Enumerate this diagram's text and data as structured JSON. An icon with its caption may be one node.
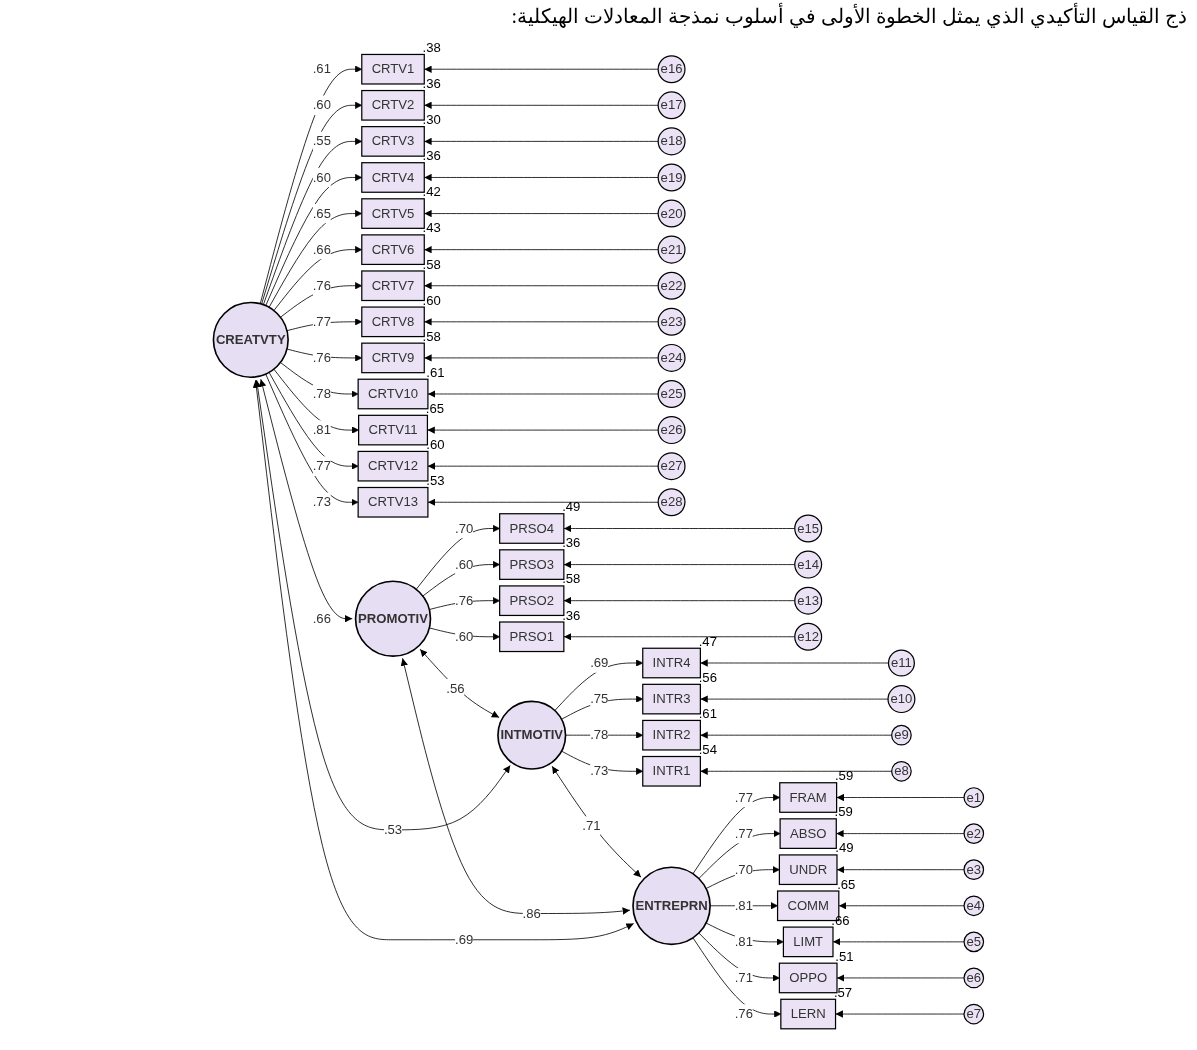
{
  "diagram": {
    "title": "ذج القياس التأكيدي الذي يمثل الخطوة الأولى في أسلوب نمذجة المعادلات الهيكلية:",
    "nodes": [
      {
        "text": [
          "CREATVTY"
        ]
      },
      {
        "text": [
          "CRTV1"
        ],
        "beside": [
          ".38"
        ]
      },
      {
        "text": [
          "CRTV2"
        ],
        "beside": [
          ".36"
        ]
      },
      {
        "text": [
          "CRTV3"
        ],
        "beside": [
          ".30"
        ]
      },
      {
        "text": [
          "CRTV4"
        ],
        "beside": [
          ".36"
        ]
      },
      {
        "text": [
          "CRTV5"
        ],
        "beside": [
          ".42"
        ]
      },
      {
        "text": [
          "CRTV6"
        ],
        "beside": [
          ".43"
        ]
      },
      {
        "text": [
          "CRTV7"
        ],
        "beside": [
          ".58"
        ]
      },
      {
        "text": [
          "CRTV8"
        ],
        "beside": [
          ".60"
        ]
      },
      {
        "text": [
          "CRTV9"
        ],
        "beside": [
          ".58"
        ]
      },
      {
        "text": [
          "CRTV10"
        ],
        "beside": [
          ".61"
        ]
      },
      {
        "text": [
          "CRTV11"
        ],
        "beside": [
          ".65"
        ]
      },
      {
        "text": [
          "CRTV12"
        ],
        "beside": [
          ".60"
        ]
      },
      {
        "text": [
          "CRTV13"
        ],
        "beside": [
          ".53"
        ]
      },
      {
        "text": [
          "e16"
        ]
      },
      {
        "text": [
          "e17"
        ]
      },
      {
        "text": [
          "e18"
        ]
      },
      {
        "text": [
          "e19"
        ]
      },
      {
        "text": [
          "e20"
        ]
      },
      {
        "text": [
          "e21"
        ]
      },
      {
        "text": [
          "e22"
        ]
      },
      {
        "text": [
          "e23"
        ]
      },
      {
        "text": [
          "e24"
        ]
      },
      {
        "text": [
          "e25"
        ]
      },
      {
        "text": [
          "e26"
        ]
      },
      {
        "text": [
          "e27"
        ]
      },
      {
        "text": [
          "e28"
        ]
      },
      {
        "text": [
          "PROMOTIV"
        ]
      },
      {
        "text": [
          "PRSO4"
        ],
        "beside": [
          ".49"
        ]
      },
      {
        "text": [
          "PRSO3"
        ],
        "beside": [
          ".36"
        ]
      },
      {
        "text": [
          "PRSO2"
        ],
        "beside": [
          ".58"
        ]
      },
      {
        "text": [
          "PRSO1"
        ],
        "beside": [
          ".36"
        ]
      },
      {
        "text": [
          "e15"
        ]
      },
      {
        "text": [
          "e14"
        ]
      },
      {
        "text": [
          "e13"
        ]
      },
      {
        "text": [
          "e12"
        ]
      },
      {
        "text": [
          "INTMOTIV"
        ]
      },
      {
        "text": [
          "INTR4"
        ],
        "beside": [
          ".47"
        ]
      },
      {
        "text": [
          "INTR3"
        ],
        "beside": [
          ".56"
        ]
      },
      {
        "text": [
          "INTR2"
        ],
        "beside": [
          ".61"
        ]
      },
      {
        "text": [
          "INTR1"
        ],
        "beside": [
          ".54"
        ]
      },
      {
        "text": [
          "e11"
        ]
      },
      {
        "text": [
          "e10"
        ]
      },
      {
        "text": [
          "e9"
        ]
      },
      {
        "text": [
          "e8"
        ]
      },
      {
        "text": [
          "ENTREPRN"
        ]
      },
      {
        "text": [
          "FRAM"
        ],
        "beside": [
          ".59"
        ]
      },
      {
        "text": [
          "ABSO"
        ],
        "beside": [
          ".59"
        ]
      },
      {
        "text": [
          "UNDR"
        ],
        "beside": [
          ".49"
        ]
      },
      {
        "text": [
          "COMM"
        ],
        "beside": [
          ".65"
        ]
      },
      {
        "text": [
          "LIMT"
        ],
        "beside": [
          ".66"
        ]
      },
      {
        "text": [
          "OPPO"
        ],
        "beside": [
          ".51"
        ]
      },
      {
        "text": [
          "LERN"
        ],
        "beside": [
          ".57"
        ]
      },
      {
        "text": [
          "e1"
        ]
      },
      {
        "text": [
          "e2"
        ]
      },
      {
        "text": [
          "e3"
        ]
      },
      {
        "text": [
          "e4"
        ]
      },
      {
        "text": [
          "e5"
        ]
      },
      {
        "text": [
          "e6"
        ]
      },
      {
        "text": [
          "e7"
        ]
      }
    ],
    "edges": [
      {
        "from": 14,
        "to": 1,
        "arrow": "to"
      },
      {
        "from": 15,
        "to": 2,
        "arrow": "to"
      },
      {
        "from": 16,
        "to": 3,
        "arrow": "to"
      },
      {
        "from": 17,
        "to": 4,
        "arrow": "to"
      },
      {
        "from": 18,
        "to": 5,
        "arrow": "to"
      },
      {
        "from": 19,
        "to": 6,
        "arrow": "to"
      },
      {
        "from": 20,
        "to": 7,
        "arrow": "to"
      },
      {
        "from": 21,
        "to": 8,
        "arrow": "to"
      },
      {
        "from": 22,
        "to": 9,
        "arrow": "to"
      },
      {
        "from": 23,
        "to": 10,
        "arrow": "to"
      },
      {
        "from": 24,
        "to": 11,
        "arrow": "to"
      },
      {
        "from": 25,
        "to": 12,
        "arrow": "to"
      },
      {
        "from": 26,
        "to": 13,
        "arrow": "to"
      },
      {
        "from": 0,
        "to": 1,
        "arrow": "to",
        "label": ".61"
      },
      {
        "from": 0,
        "to": 2,
        "arrow": "to",
        "label": ".60"
      },
      {
        "from": 0,
        "to": 3,
        "arrow": "to",
        "label": ".55"
      },
      {
        "from": 0,
        "to": 4,
        "arrow": "to",
        "label": ".60"
      },
      {
        "from": 0,
        "to": 5,
        "arrow": "to",
        "label": ".65"
      },
      {
        "from": 0,
        "to": 6,
        "arrow": "to",
        "label": ".66"
      },
      {
        "from": 0,
        "to": 7,
        "arrow": "to",
        "label": ".76"
      },
      {
        "from": 0,
        "to": 8,
        "arrow": "to",
        "label": ".77"
      },
      {
        "from": 0,
        "to": 9,
        "arrow": "to",
        "label": ".76"
      },
      {
        "from": 0,
        "to": 10,
        "arrow": "to",
        "label": ".78"
      },
      {
        "from": 0,
        "to": 11,
        "arrow": "to",
        "label": ".81"
      },
      {
        "from": 0,
        "to": 12,
        "arrow": "to",
        "label": ".77"
      },
      {
        "from": 0,
        "to": 13,
        "arrow": "to",
        "label": ".73"
      },
      {
        "from": 0,
        "to": 45,
        "arrow": "both",
        "label": ".69"
      },
      {
        "from": 0,
        "to": 36,
        "arrow": "both",
        "label": ".53"
      },
      {
        "from": 27,
        "to": 45,
        "arrow": "both",
        "label": ".86"
      },
      {
        "from": 0,
        "to": 27,
        "arrow": "both",
        "label": ".66"
      },
      {
        "from": 27,
        "to": 36,
        "arrow": "both",
        "label": ".56"
      },
      {
        "from": 36,
        "to": 45,
        "arrow": "both",
        "label": ".71"
      },
      {
        "from": 27,
        "to": 28,
        "arrow": "to",
        "label": ".70"
      },
      {
        "from": 27,
        "to": 29,
        "arrow": "to",
        "label": ".60"
      },
      {
        "from": 27,
        "to": 30,
        "arrow": "to",
        "label": ".76"
      },
      {
        "from": 27,
        "to": 31,
        "arrow": "to",
        "label": ".60"
      },
      {
        "from": 32,
        "to": 28,
        "arrow": "to"
      },
      {
        "from": 33,
        "to": 29,
        "arrow": "to"
      },
      {
        "from": 34,
        "to": 30,
        "arrow": "to"
      },
      {
        "from": 35,
        "to": 31,
        "arrow": "to"
      },
      {
        "from": 36,
        "to": 37,
        "arrow": "to",
        "label": ".69"
      },
      {
        "from": 36,
        "to": 38,
        "arrow": "to",
        "label": ".75"
      },
      {
        "from": 36,
        "to": 39,
        "arrow": "to",
        "label": ".78"
      },
      {
        "from": 36,
        "to": 40,
        "arrow": "to",
        "label": ".73"
      },
      {
        "from": 41,
        "to": 37,
        "arrow": "to"
      },
      {
        "from": 42,
        "to": 38,
        "arrow": "to"
      },
      {
        "from": 43,
        "to": 39,
        "arrow": "to"
      },
      {
        "from": 44,
        "to": 40,
        "arrow": "to"
      },
      {
        "from": 45,
        "to": 46,
        "arrow": "to",
        "label": ".77"
      },
      {
        "from": 45,
        "to": 47,
        "arrow": "to",
        "label": ".77"
      },
      {
        "from": 45,
        "to": 48,
        "arrow": "to",
        "label": ".70"
      },
      {
        "from": 45,
        "to": 49,
        "arrow": "to",
        "label": ".81"
      },
      {
        "from": 45,
        "to": 50,
        "arrow": "to",
        "label": ".81"
      },
      {
        "from": 45,
        "to": 51,
        "arrow": "to",
        "label": ".71"
      },
      {
        "from": 45,
        "to": 52,
        "arrow": "to",
        "label": ".76"
      },
      {
        "from": 53,
        "to": 46,
        "arrow": "to"
      },
      {
        "from": 54,
        "to": 47,
        "arrow": "to"
      },
      {
        "from": 55,
        "to": 48,
        "arrow": "to"
      },
      {
        "from": 56,
        "to": 49,
        "arrow": "to"
      },
      {
        "from": 57,
        "to": 50,
        "arrow": "to"
      },
      {
        "from": 58,
        "to": 51,
        "arrow": "to"
      },
      {
        "from": 59,
        "to": 52,
        "arrow": "to"
      }
    ]
  }
}
